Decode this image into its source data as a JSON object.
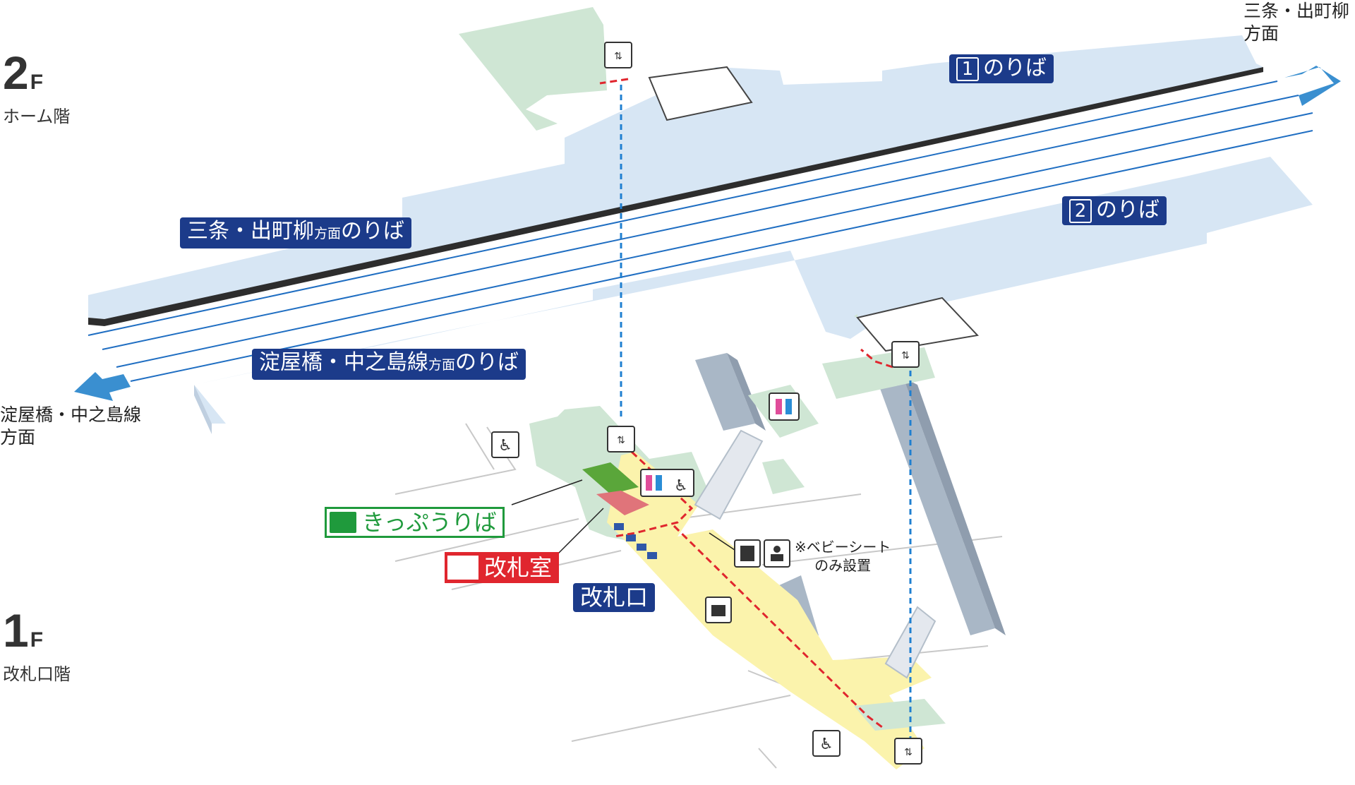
{
  "floors": {
    "upper": {
      "number": "2",
      "suffix": "F",
      "name": "ホーム階"
    },
    "lower": {
      "number": "1",
      "suffix": "F",
      "name": "改札口階"
    }
  },
  "directions": {
    "northeast_line1": "三条・出町柳",
    "northeast_line2": "方面",
    "southwest_line1": "淀屋橋・中之島線",
    "southwest_line2": "方面"
  },
  "platform_labels": {
    "platform1_num": "1",
    "platform1_text": "のりば",
    "platform2_num": "2",
    "platform2_text": "のりば",
    "sanjo_main": "三条・出町柳",
    "sanjo_small": "方面",
    "sanjo_tail": "のりば",
    "yodoyabashi_main": "淀屋橋・中之島線",
    "yodoyabashi_small": "方面",
    "yodoyabashi_tail": "のりば"
  },
  "facilities": {
    "ticket_area": "きっぷうりば",
    "station_office": "改札室",
    "gate": "改札口",
    "baby_note_line1": "※ベビーシート",
    "baby_note_line2": "のみ設置"
  },
  "icons": [
    "elevator-icon",
    "wheelchair-slope-icon",
    "restroom-icon",
    "multipurpose-restroom-icon",
    "baby-seat-icon",
    "coin-locker-icon",
    "ticket-machine-icon",
    "station-staff-icon"
  ],
  "colors": {
    "platform": "#d7e6f4",
    "concourse_green": "#cfe6d4",
    "passage_yellow": "#fbf3ac",
    "navy": "#1c3b8a",
    "route_red": "#e0262e",
    "elevator_link_blue": "#1f7fd0",
    "arrow_blue": "#3a8fd0",
    "ticket_green": "#1f9a3c"
  }
}
